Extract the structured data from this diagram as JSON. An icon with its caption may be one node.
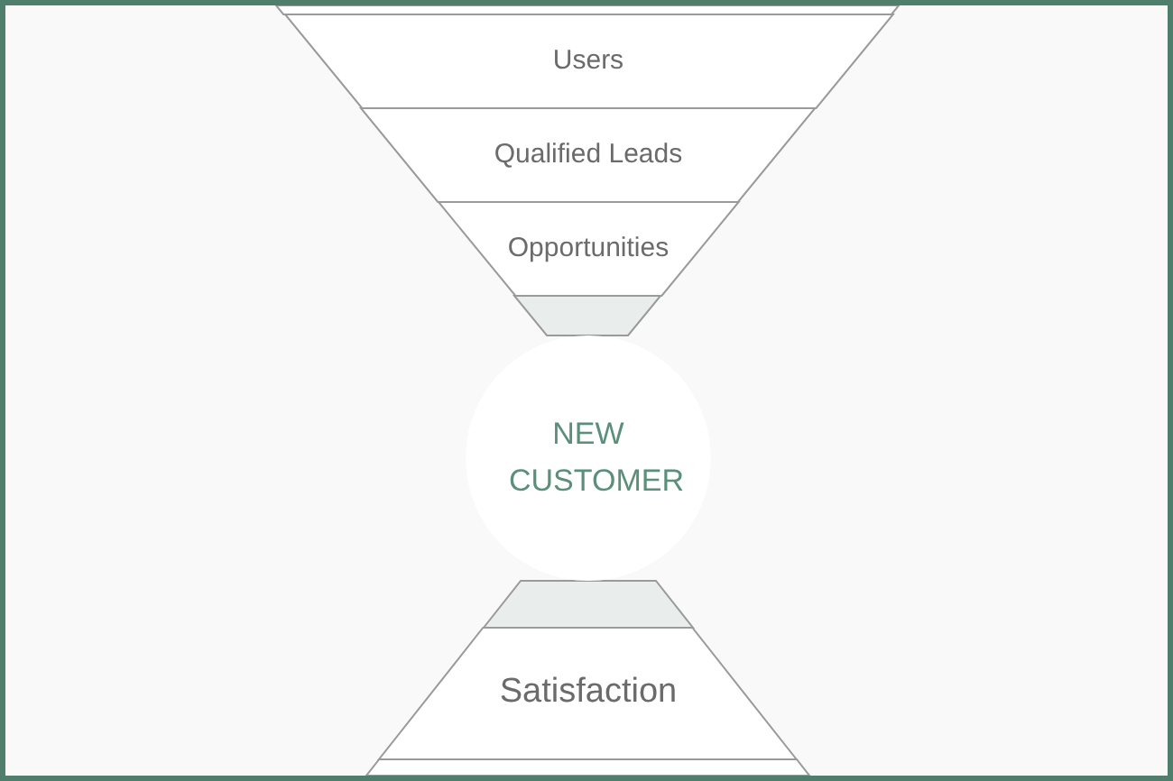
{
  "diagram": {
    "nodes": [
      {
        "text": [],
        "shape": "trapezoid"
      },
      {
        "text": [
          "Users"
        ]
      },
      {
        "text": [
          "Qualified Leads"
        ]
      },
      {
        "text": [
          "Opportunities"
        ]
      },
      {
        "text": [],
        "shape": "trapezoid"
      },
      {
        "text": [
          "NEW CUSTOMER"
        ]
      },
      {
        "text": [],
        "shape": "trapezoid"
      },
      {
        "text": [
          "Satisfaction"
        ]
      },
      {
        "text": [],
        "shape": "trapezoid"
      }
    ],
    "edges": []
  }
}
